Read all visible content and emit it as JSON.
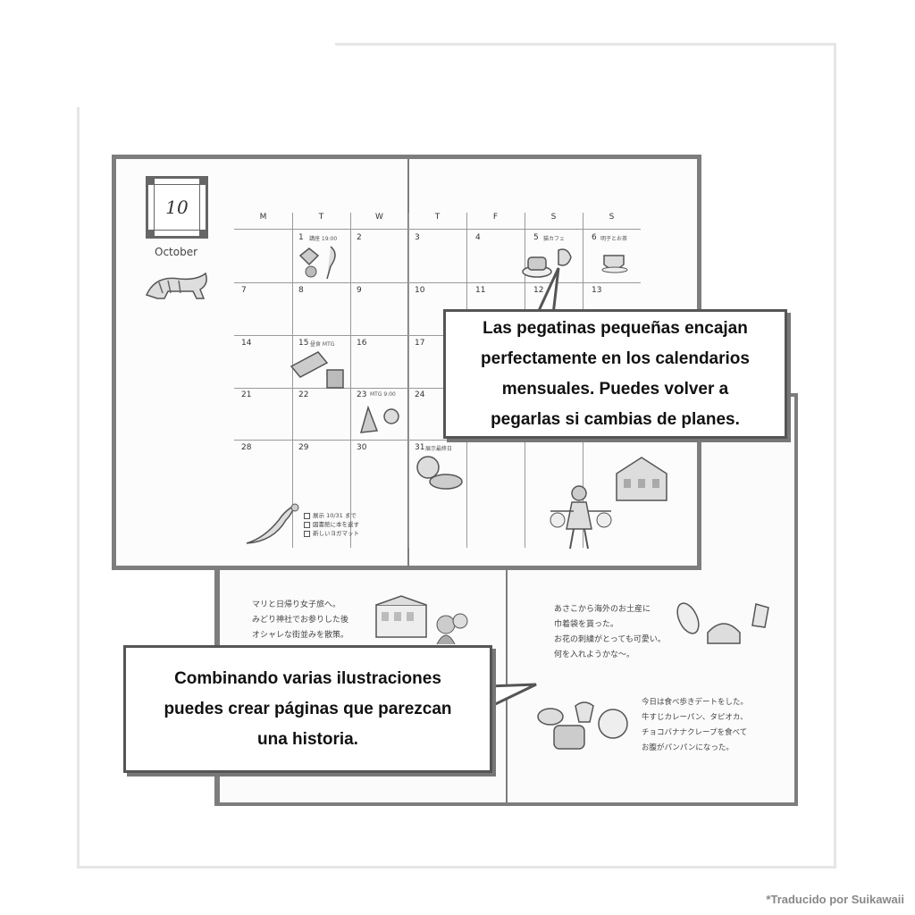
{
  "calendar": {
    "day_number": "10",
    "month": "October",
    "weekdays": [
      "M",
      "T",
      "W",
      "T",
      "F",
      "S",
      "S"
    ],
    "weeks": [
      [
        "",
        "1",
        "2",
        "3",
        "4",
        "5",
        "6"
      ],
      [
        "7",
        "8",
        "9",
        "10",
        "11",
        "12",
        "13"
      ],
      [
        "14",
        "15",
        "16",
        "17",
        "",
        "",
        ""
      ],
      [
        "21",
        "22",
        "23",
        "24",
        "",
        "",
        ""
      ],
      [
        "28",
        "29",
        "30",
        "31",
        "",
        "",
        ""
      ]
    ],
    "notes": {
      "d1": "講座 19:00",
      "d5": "猫カフェ",
      "d6": "明子とお茶",
      "d15": "昼食 MTG",
      "d23": "MTG 9:00",
      "d31": "展示最終日"
    },
    "memo": [
      "展示 10/31 まで",
      "図書館に本を返す",
      "新しいヨガマット"
    ]
  },
  "story": {
    "left_text": [
      "マリと日帰り女子旅へ。",
      "みどり神社でお参りした後",
      "オシャレな街並みを散策。"
    ],
    "right_text_top": [
      "あさこから海外のお土産に",
      "巾着袋を貰った。",
      "お花の刺繍がとっても可愛い。",
      "何を入れようかな〜。"
    ],
    "right_text_bottom": [
      "今日は食べ歩きデートをした。",
      "牛すじカレーパン、タピオカ、",
      "チョコバナナクレープを食べて",
      "お腹がパンパンになった。"
    ]
  },
  "bubbles": {
    "top": [
      "Las pegatinas pequeñas encajan",
      "perfectamente en los calendarios",
      "mensuales. Puedes volver a",
      "pegarlas si cambias de planes."
    ],
    "bottom": [
      "Combinando varias ilustraciones",
      "puedes crear páginas que parezcan",
      "una historia."
    ]
  },
  "credit": "*Traducido por Suikawaii"
}
